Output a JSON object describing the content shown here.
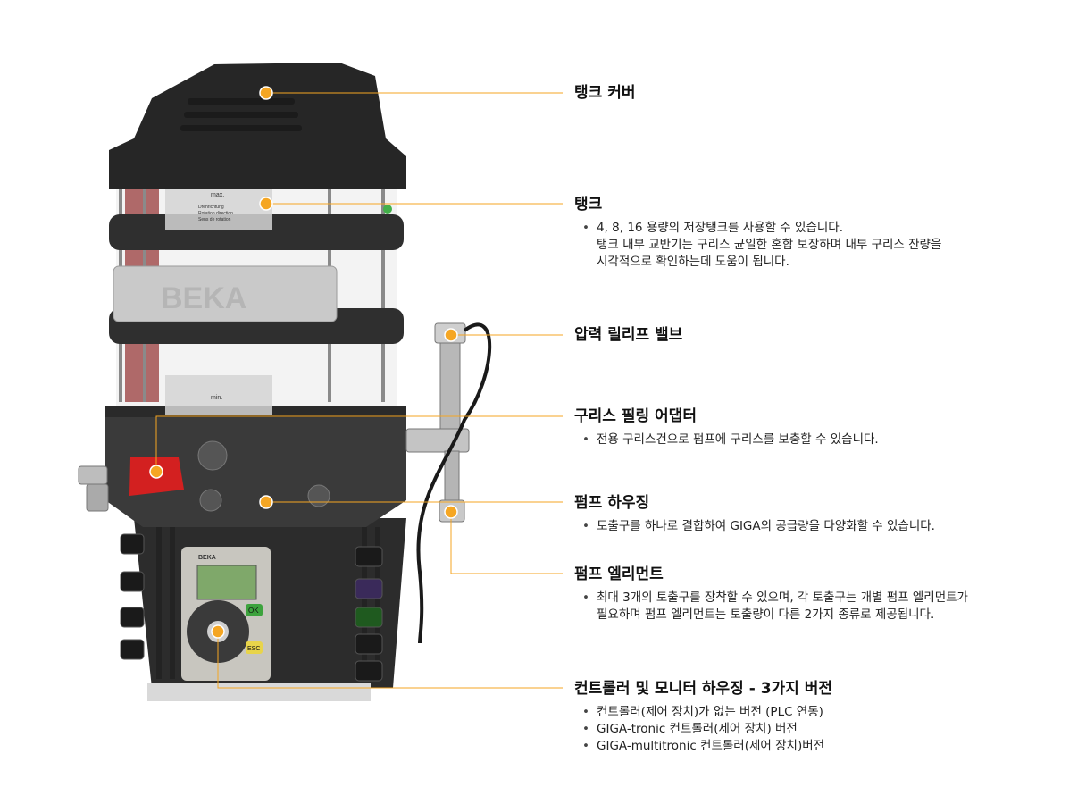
{
  "colors": {
    "marker": "#f5a623",
    "leader": "#f5a623",
    "text": "#111111"
  },
  "device": {
    "tank_max_label": "max.",
    "tank_min_label": "min.",
    "rotation_label_1": "Drehrichtung",
    "rotation_label_2": "Rotation direction",
    "rotation_label_3": "Sens de rotation",
    "brand_logo": "BEKA",
    "ok_key": "OK",
    "esc_key": "ESC"
  },
  "callouts": [
    {
      "title": "탱크 커버",
      "bullets": []
    },
    {
      "title": "탱크",
      "bullets": [
        "4, 8, 16 용량의 저장탱크를 사용할 수 있습니다.\n탱크 내부 교반기는 구리스 균일한 혼합 보장하며 내부 구리스 잔량을\n시각적으로 확인하는데 도움이 됩니다."
      ]
    },
    {
      "title": "압력 릴리프 밸브",
      "bullets": []
    },
    {
      "title": "구리스 필링 어댑터",
      "bullets": [
        "전용 구리스건으로 펌프에 구리스를 보충할 수 있습니다."
      ]
    },
    {
      "title": "펌프 하우징",
      "bullets": [
        "토출구를 하나로 결합하여 GIGA의 공급량을 다양화할 수 있습니다."
      ]
    },
    {
      "title": "펌프 엘리먼트",
      "bullets": [
        "최대 3개의 토출구를 장착할 수 있으며, 각 토출구는 개별 펌프 엘리먼트가\n필요하며 펌프 엘리먼트는 토출량이 다른 2가지 종류로 제공됩니다."
      ]
    },
    {
      "title": "컨트롤러 및 모니터 하우징 - 3가지 버전",
      "bullets": [
        "컨트롤러(제어 장치)가 없는 버전 (PLC 연동)",
        "GIGA-tronic 컨트롤러(제어 장치) 버전",
        "GIGA-multitronic 컨트롤러(제어 장치)버전"
      ]
    }
  ]
}
